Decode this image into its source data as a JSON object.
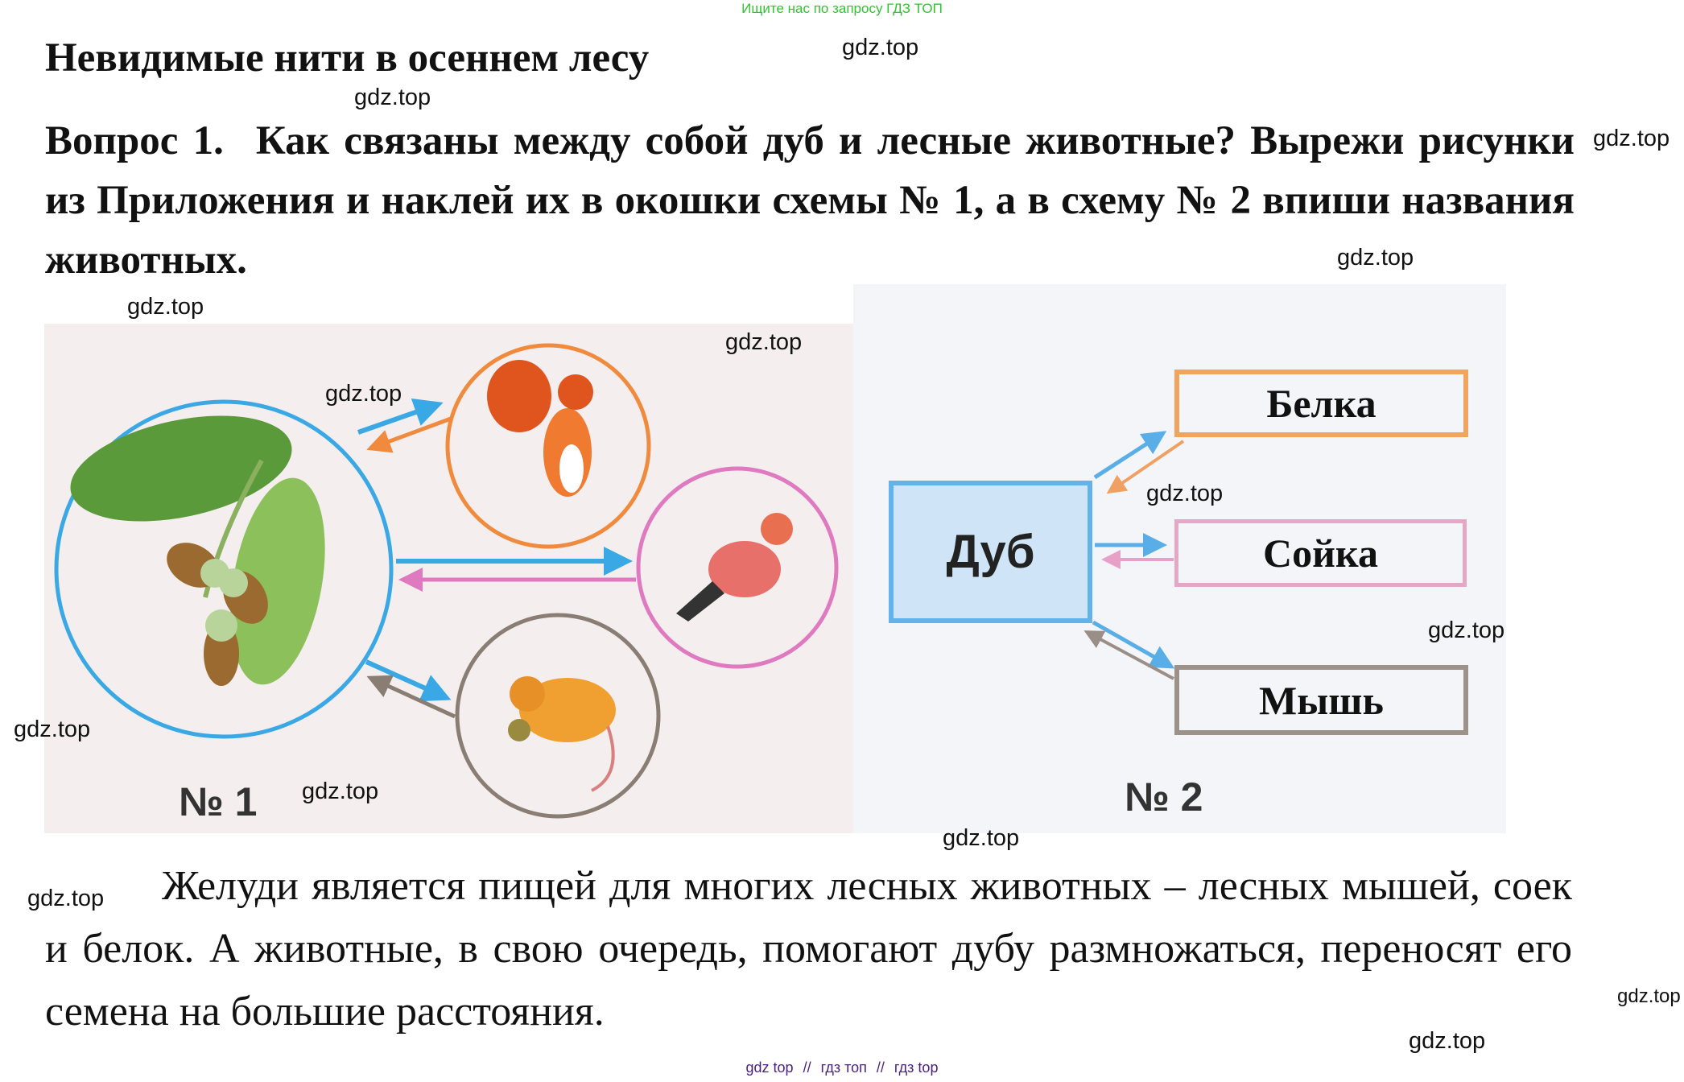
{
  "header_note": "Ищите нас по запросу ГДЗ ТОП",
  "title": "Невидимые нити в осеннем лесу",
  "question": {
    "label": "Вопрос 1.",
    "text": "Как связаны между собой дуб и лесные животные? Вырежи рисунки из Приложения и наклей их в окошки схемы № 1, а в схему № 2 впиши названия животных."
  },
  "scheme1": {
    "number": "№ 1",
    "colors": {
      "oak": "#3aa8e4",
      "squirrel": "#f08a3c",
      "jay": "#e07ac0",
      "mouse": "#8a7e74"
    }
  },
  "scheme2": {
    "number": "№ 2",
    "center": "Дуб",
    "boxes": [
      "Белка",
      "Сойка",
      "Мышь"
    ]
  },
  "answer": "Желуди является пищей для многих лесных животных – лесных мышей, соек и белок. А животные, в свою очередь, помогают дубу размножаться, переносят его семена на большие расстояния.",
  "watermark": "gdz.top",
  "footer": [
    "gdz top",
    "//",
    "гдз топ",
    "//",
    "гдз top"
  ]
}
